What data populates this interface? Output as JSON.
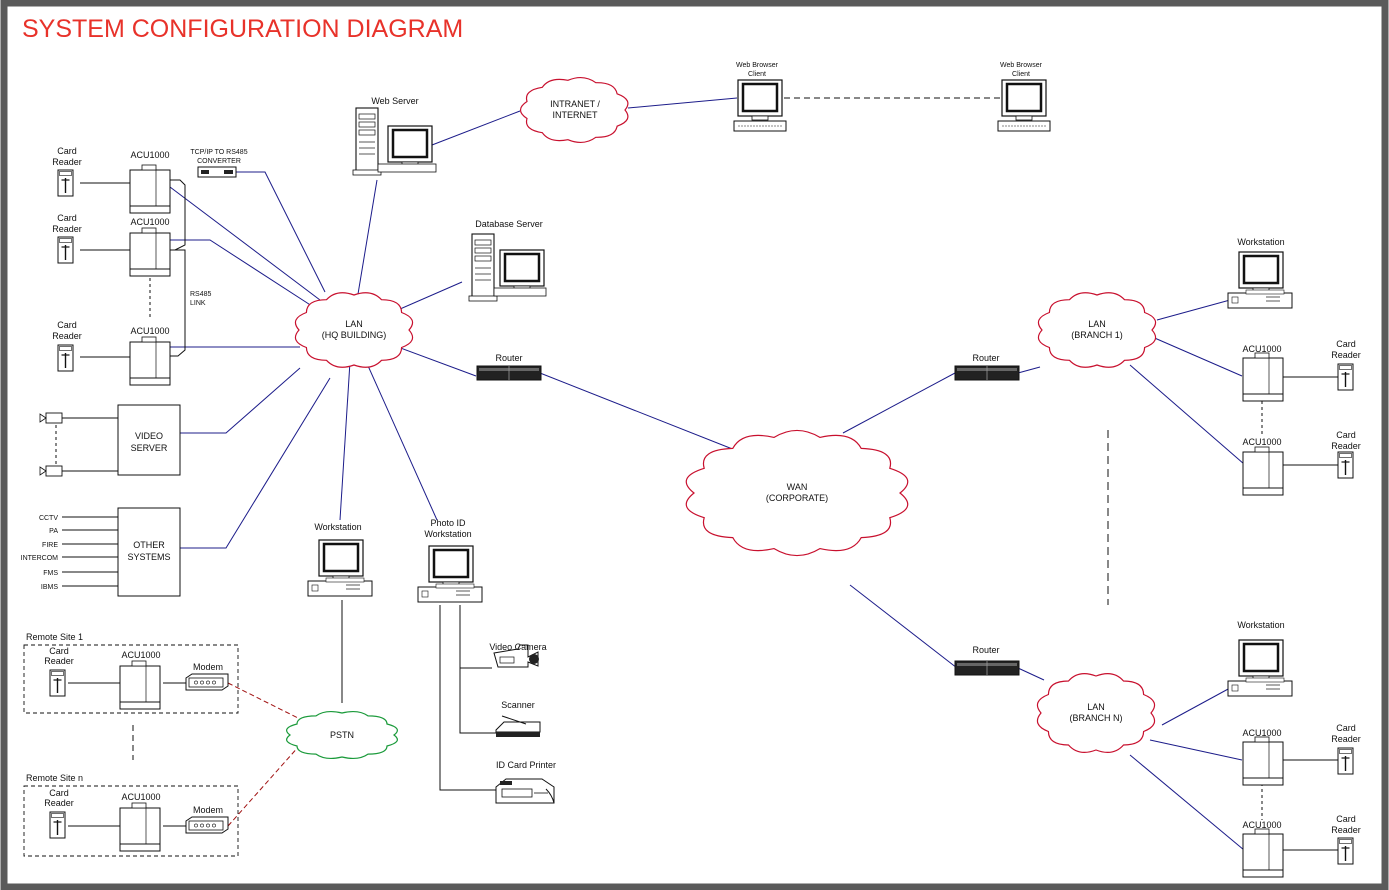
{
  "title": "SYSTEM CONFIGURATION DIAGRAM",
  "colors": {
    "title": "#e8322a",
    "border": "#5a5a5a",
    "link": "#1c1c8a",
    "cloud_red": "#c8102e",
    "cloud_green": "#1a9a3a",
    "dialup": "#a01010"
  },
  "clouds": {
    "internet": {
      "line1": "INTRANET /",
      "line2": "INTERNET"
    },
    "lan_hq": {
      "line1": "LAN",
      "line2": "(HQ BUILDING)"
    },
    "wan": {
      "line1": "WAN",
      "line2": "(CORPORATE)"
    },
    "lan_b1": {
      "line1": "LAN",
      "line2": "(BRANCH 1)"
    },
    "lan_bn": {
      "line1": "LAN",
      "line2": "(BRANCH N)"
    },
    "pstn": {
      "line1": "PSTN"
    }
  },
  "labels": {
    "web_server": "Web Server",
    "web_browser_client_1": [
      "Web Browser",
      "Client"
    ],
    "web_browser_client_2": [
      "Web Browser",
      "Client"
    ],
    "database_server": "Database Server",
    "converter": [
      "TCP/IP TO RS485",
      "CONVERTER"
    ],
    "rs485_link": [
      "RS485",
      "LINK"
    ],
    "acu": "ACU1000",
    "card_reader": [
      "Card",
      "Reader"
    ],
    "router": "Router",
    "workstation": "Workstation",
    "photo_id_workstation": [
      "Photo ID",
      "Workstation"
    ],
    "video_camera": "Video Camera",
    "scanner": "Scanner",
    "id_card_printer": "ID Card Printer",
    "video_server": [
      "VIDEO",
      "SERVER"
    ],
    "other_systems": [
      "OTHER",
      "SYSTEMS"
    ],
    "other_inputs": [
      "CCTV",
      "PA",
      "FIRE",
      "INTERCOM",
      "FMS",
      "IBMS"
    ],
    "remote_site_1": "Remote Site 1",
    "remote_site_n": "Remote Site n",
    "modem": "Modem"
  }
}
